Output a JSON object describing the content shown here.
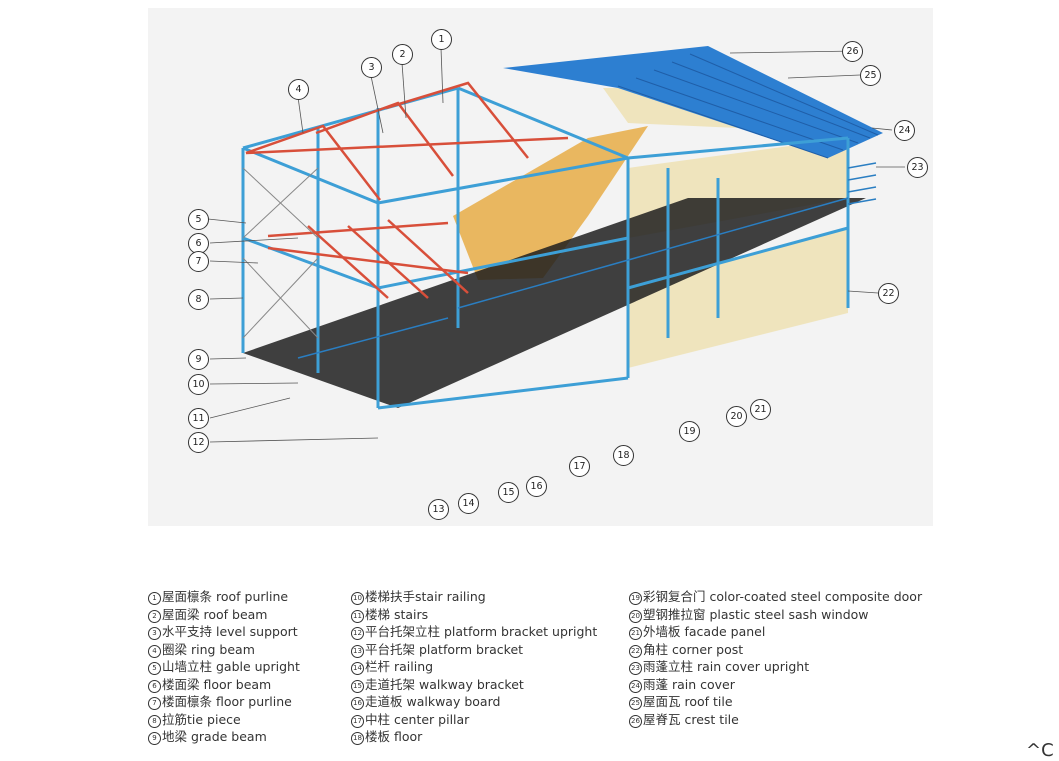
{
  "diagram": {
    "colors": {
      "steel_frame": "#3d9fd6",
      "roof_truss": "#d84f3a",
      "roof_sheet": "#2d7fd1",
      "wall_panel": "#efe4bd",
      "ceiling_panel": "#e8b050",
      "floor": "#1f1f1f",
      "railing": "#2a7ec2",
      "bracing": "#888888"
    },
    "callouts": [
      "1",
      "2",
      "3",
      "4",
      "5",
      "6",
      "7",
      "8",
      "9",
      "10",
      "11",
      "12",
      "13",
      "14",
      "15",
      "16",
      "17",
      "18",
      "19",
      "20",
      "21",
      "22",
      "23",
      "24",
      "25",
      "26"
    ]
  },
  "legend": [
    {
      "num": "1",
      "text": "屋面檩条 roof purline"
    },
    {
      "num": "2",
      "text": "屋面梁 roof beam"
    },
    {
      "num": "3",
      "text": "水平支持 level support"
    },
    {
      "num": "4",
      "text": "圈梁 ring beam"
    },
    {
      "num": "5",
      "text": "山墙立柱 gable upright"
    },
    {
      "num": "6",
      "text": "楼面梁 floor beam"
    },
    {
      "num": "7",
      "text": "楼面檩条 floor purline"
    },
    {
      "num": "8",
      "text": "拉筋tie piece"
    },
    {
      "num": "9",
      "text": "地梁 grade beam"
    },
    {
      "num": "10",
      "text": "楼梯扶手stair railing"
    },
    {
      "num": "11",
      "text": "楼梯 stairs"
    },
    {
      "num": "12",
      "text": "平台托架立柱 platform bracket upright"
    },
    {
      "num": "13",
      "text": "平台托架 platform bracket"
    },
    {
      "num": "14",
      "text": "栏杆 railing"
    },
    {
      "num": "15",
      "text": "走道托架 walkway bracket"
    },
    {
      "num": "16",
      "text": "走道板 walkway board"
    },
    {
      "num": "17",
      "text": "中柱 center pillar"
    },
    {
      "num": "18",
      "text": "楼板 floor"
    },
    {
      "num": "19",
      "text": "彩钢复合门 color-coated steel composite door"
    },
    {
      "num": "20",
      "text": "塑钢推拉窗 plastic steel sash window"
    },
    {
      "num": "21",
      "text": "外墙板 facade panel"
    },
    {
      "num": "22",
      "text": "角柱 corner post"
    },
    {
      "num": "23",
      "text": "雨蓬立柱 rain cover upright"
    },
    {
      "num": "24",
      "text": "雨蓬 rain cover"
    },
    {
      "num": "25",
      "text": "屋面瓦 roof tile"
    },
    {
      "num": "26",
      "text": "屋脊瓦 crest tile"
    }
  ],
  "page_mark": "^C"
}
